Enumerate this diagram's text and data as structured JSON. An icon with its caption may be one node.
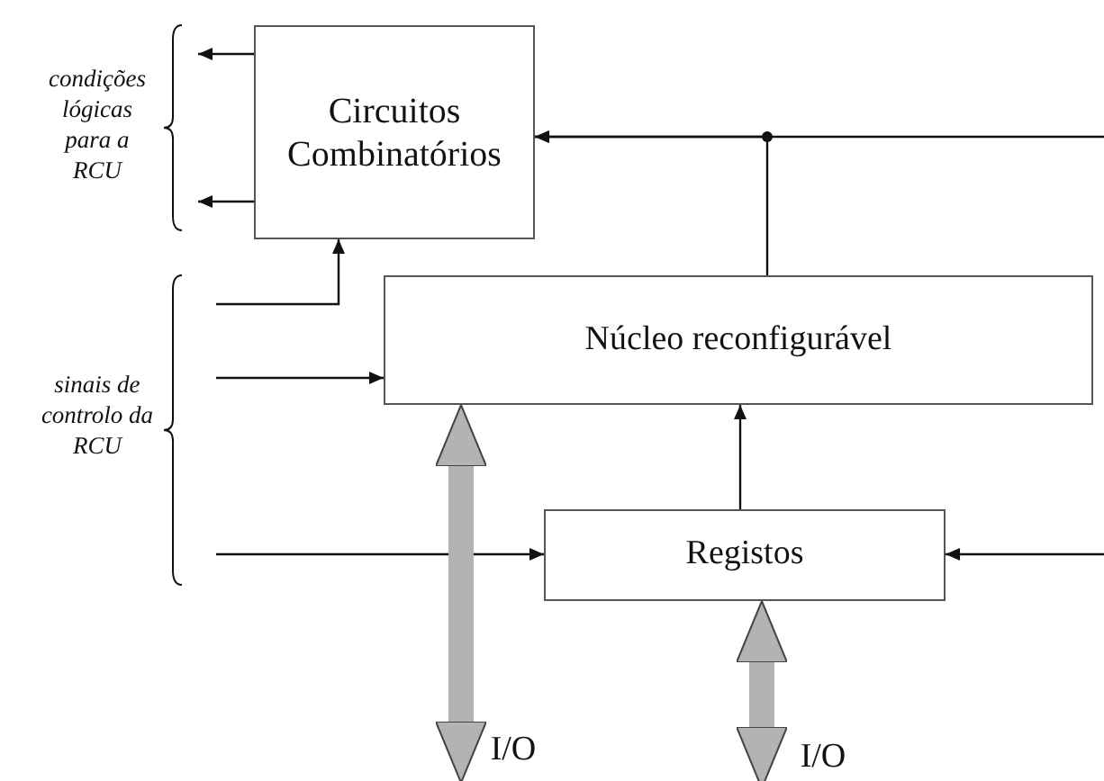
{
  "diagram": {
    "nodes": [
      {
        "text": [
          "Circuitos Combinatórios"
        ]
      },
      {
        "text": [
          "Núcleo reconfigurável"
        ]
      },
      {
        "text": [
          "Registos"
        ]
      },
      {
        "text": [
          "I/O"
        ]
      },
      {
        "text": [
          "I/O"
        ]
      }
    ],
    "edges": [
      {
        "from": 0,
        "to": null,
        "arrow": "to"
      },
      {
        "from": 0,
        "to": null,
        "arrow": "to"
      },
      {
        "from": null,
        "to": 0,
        "arrow": "to"
      },
      {
        "from": null,
        "to": 1,
        "arrow": "to"
      },
      {
        "from": null,
        "to": 2,
        "arrow": "to"
      },
      {
        "from": null,
        "to": 0,
        "arrow": "to"
      },
      {
        "from": 1,
        "to": 0,
        "arrow": "to"
      },
      {
        "from": 2,
        "to": 1,
        "arrow": "to"
      },
      {
        "from": null,
        "to": 2,
        "arrow": "to"
      },
      {
        "from": 1,
        "to": 3,
        "arrow": "both",
        "style": "thick",
        "color": "#b3b3b3"
      },
      {
        "from": 2,
        "to": 4,
        "arrow": "both",
        "style": "thick",
        "color": "#b3b3b3"
      }
    ],
    "labels": [
      "condições lógicas para a RCU",
      "sinais de controlo da RCU"
    ]
  }
}
